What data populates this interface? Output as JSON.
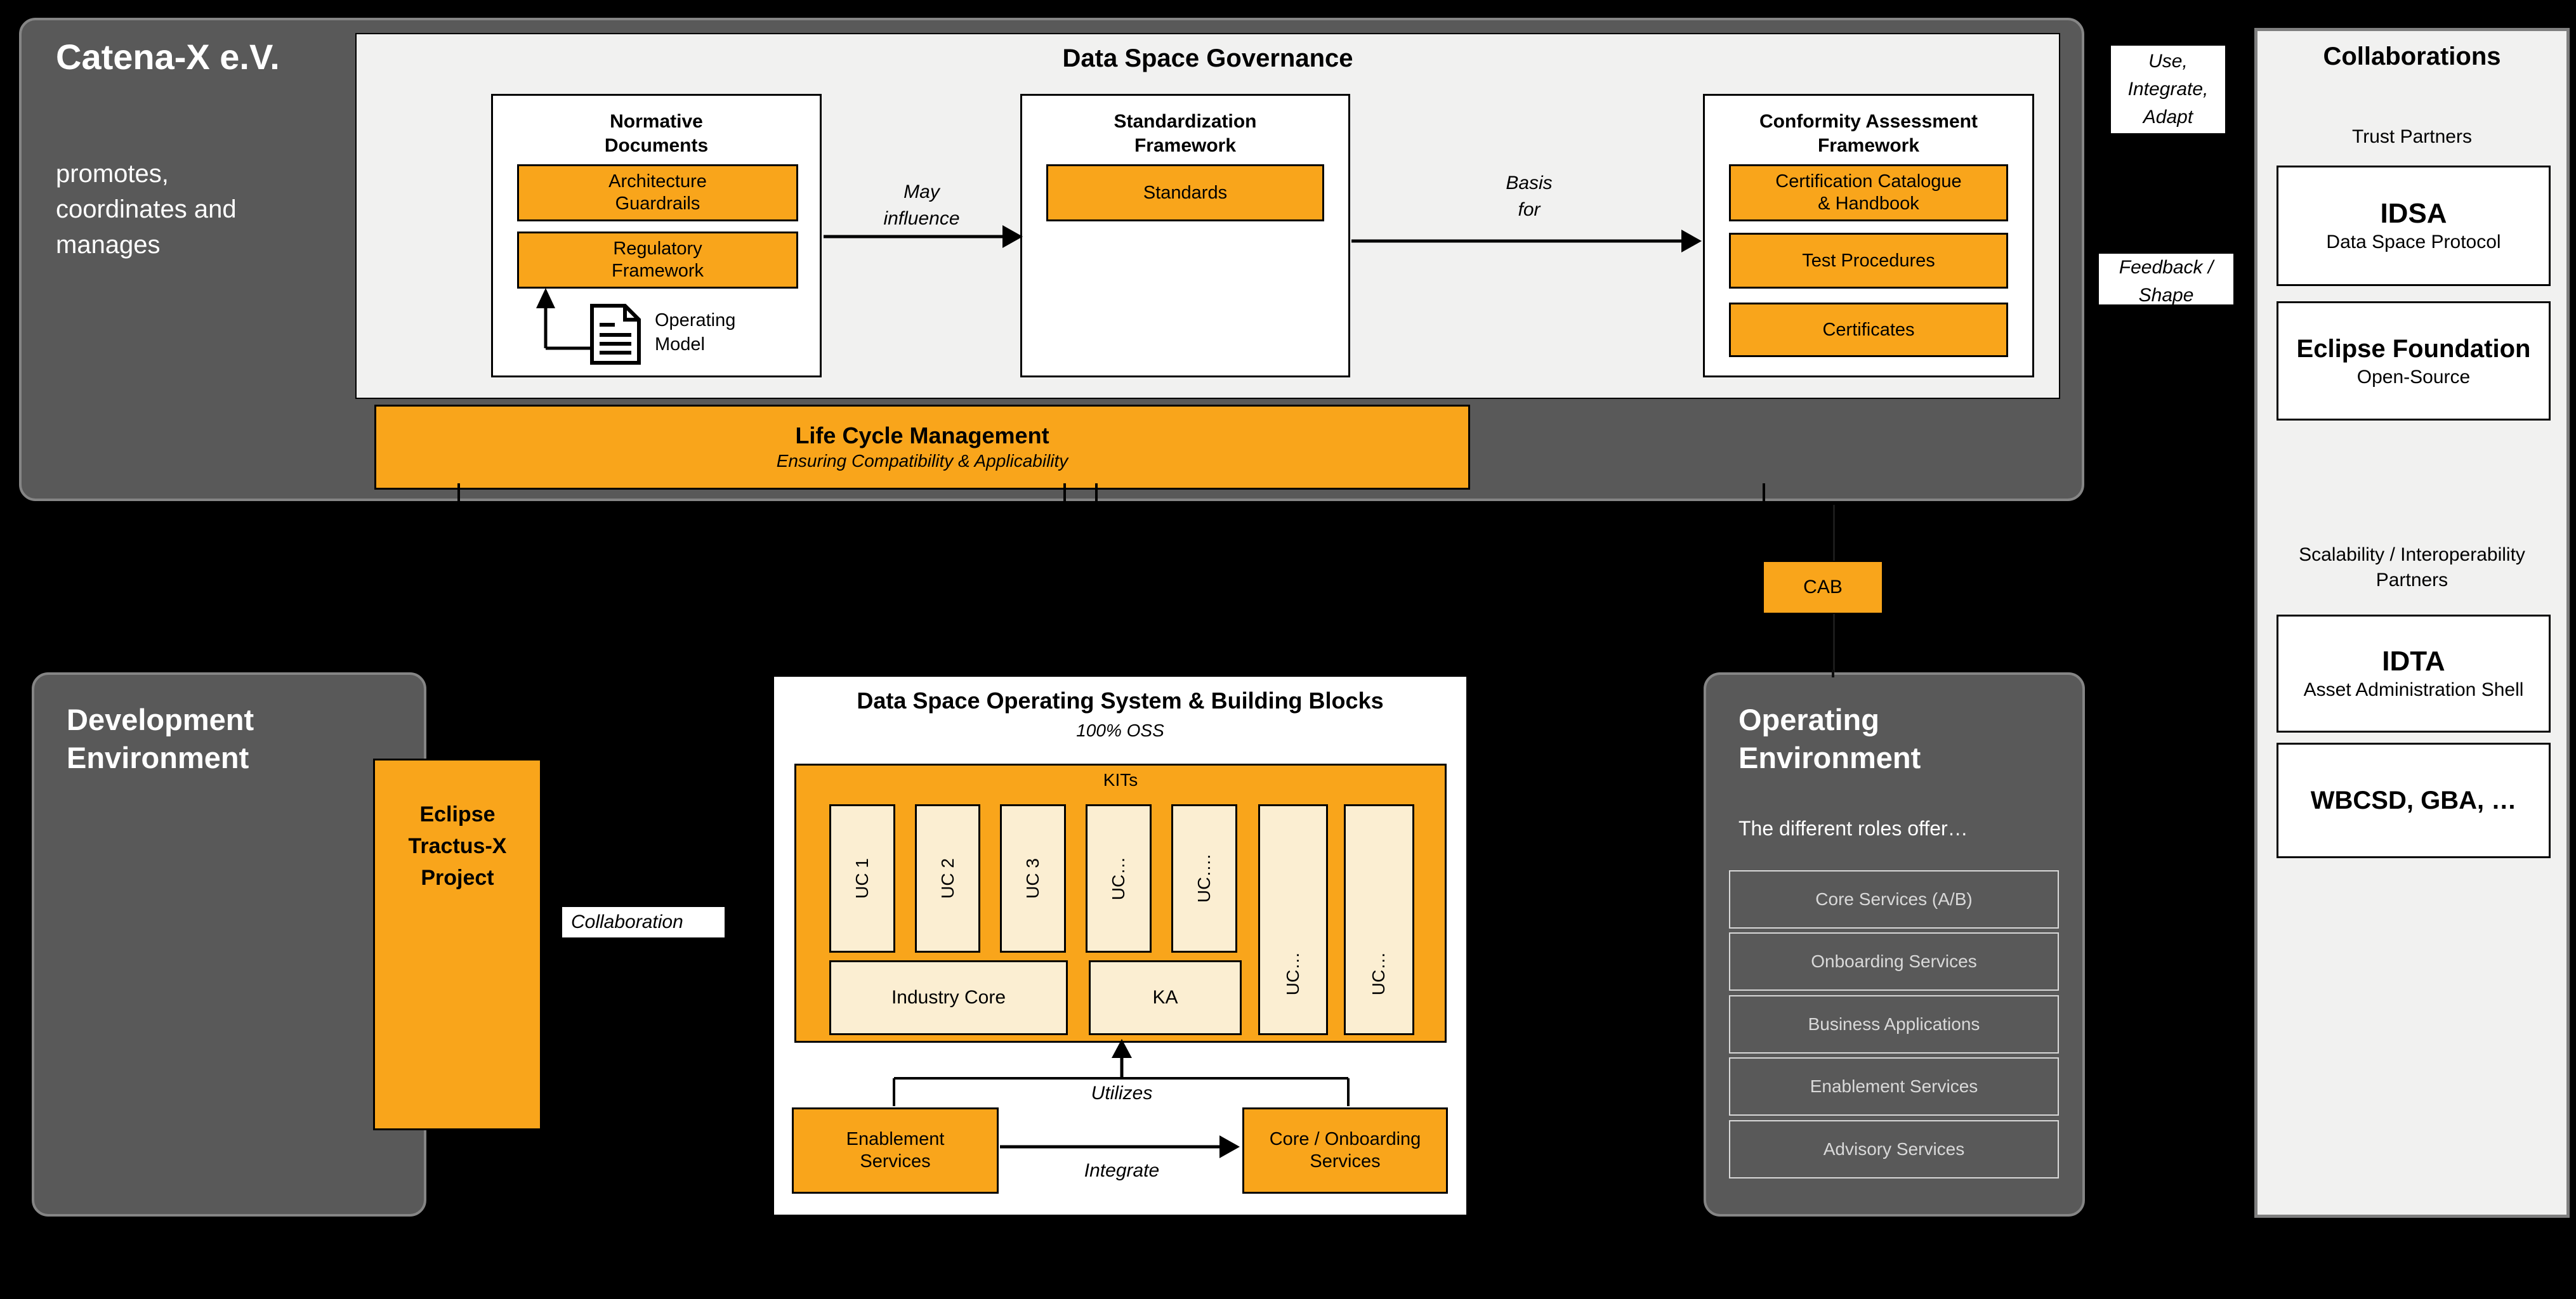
{
  "association": {
    "title": "Catena-X e.V.",
    "subtitle": "promotes,\ncoordinates and\nmanages"
  },
  "governance": {
    "title": "Data Space Governance",
    "normative": {
      "title": "Normative\nDocuments",
      "items": [
        "Architecture\nGuardrails",
        "Regulatory\nFramework"
      ],
      "operating_model": "Operating\nModel"
    },
    "may_influence": "May\ninfluence",
    "standardization": {
      "title": "Standardization\nFramework",
      "items": [
        "Standards"
      ]
    },
    "basis_for": "Basis\nfor",
    "conformity": {
      "title": "Conformity Assessment\nFramework",
      "items": [
        "Certification Catalogue\n& Handbook",
        "Test Procedures",
        "Certificates"
      ]
    },
    "lifecycle": {
      "title": "Life Cycle Management",
      "subtitle": "Ensuring Compatibility & Applicability"
    }
  },
  "labels": {
    "use_integrate_adapt": "Use,\nIntegrate,\nAdapt",
    "feedback_shape": "Feedback /\nShape",
    "collaboration": "Collaboration",
    "cab": "CAB"
  },
  "collaborations": {
    "title": "Collaborations",
    "trust_heading": "Trust Partners",
    "trust_partners": [
      {
        "name": "IDSA",
        "desc": "Data Space Protocol"
      },
      {
        "name": "Eclipse Foundation",
        "desc": "Open-Source"
      }
    ],
    "scalability_heading": "Scalability / Interoperability\nPartners",
    "scalability_partners": [
      {
        "name": "IDTA",
        "desc": "Asset Administration Shell"
      },
      {
        "name": "WBCSD, GBA, …",
        "desc": ""
      }
    ]
  },
  "development": {
    "title": "Development\nEnvironment",
    "project": "Eclipse\nTractus-X\nProject"
  },
  "dsos": {
    "title": "Data Space Operating System & Building Blocks",
    "subtitle": "100% OSS",
    "kits": {
      "label": "KITs",
      "use_cases": [
        "UC 1",
        "UC 2",
        "UC 3",
        "UC…",
        "UC….",
        "UC…",
        "UC…"
      ],
      "bottom": [
        "Industry Core",
        "KA"
      ]
    },
    "utilizes": "Utilizes",
    "integrate": "Integrate",
    "services": [
      "Enablement\nServices",
      "Core / Onboarding\nServices"
    ]
  },
  "operating": {
    "title": "Operating\nEnvironment",
    "intro": "The different roles offer…",
    "roles": [
      "Core Services (A/B)",
      "Onboarding Services",
      "Business Applications",
      "Enablement Services",
      "Advisory Services"
    ]
  }
}
